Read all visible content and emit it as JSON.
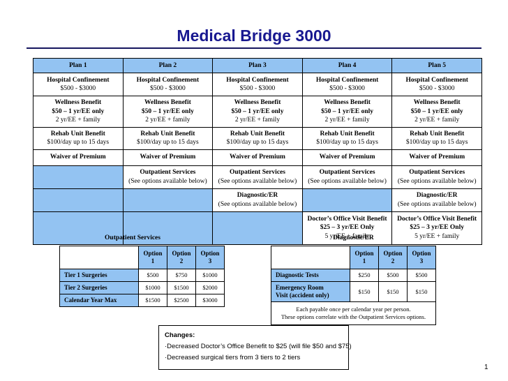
{
  "document": {
    "title": "Medical Bridge 3000",
    "page_number": "1",
    "accent_color": "#181890",
    "table_fill_color": "#93c3f2",
    "border_color": "#000000"
  },
  "plan_table": {
    "headers": [
      "Plan 1",
      "Plan 2",
      "Plan 3",
      "Plan 4",
      "Plan 5"
    ],
    "rows": [
      {
        "name": "hospital-confinement",
        "cells": [
          {
            "bold": "Hospital Confinement",
            "lines": [
              "$500 - $3000"
            ]
          },
          {
            "bold": "Hospital Confinement",
            "lines": [
              "$500 - $3000"
            ]
          },
          {
            "bold": "Hospital Confinement",
            "lines": [
              "$500 - $3000"
            ]
          },
          {
            "bold": "Hospital Confinement",
            "lines": [
              "$500 - $3000"
            ]
          },
          {
            "bold": "Hospital Confinement",
            "lines": [
              "$500 - $3000"
            ]
          }
        ]
      },
      {
        "name": "wellness-benefit",
        "cells": [
          {
            "bold": "Wellness Benefit",
            "bold2": "$50 – 1 yr/EE only",
            "lines": [
              "2 yr/EE + family"
            ]
          },
          {
            "bold": "Wellness Benefit",
            "bold2": "$50 – 1 yr/EE only",
            "lines": [
              "2 yr/EE + family"
            ]
          },
          {
            "bold": "Wellness Benefit",
            "bold2": "$50 – 1 yr/EE only",
            "lines": [
              "2 yr/EE + family"
            ]
          },
          {
            "bold": "Wellness Benefit",
            "bold2": "$50 – 1 yr/EE only",
            "lines": [
              "2 yr/EE + family"
            ]
          },
          {
            "bold": "Wellness Benefit",
            "bold2": "$50 – 1 yr/EE only",
            "lines": [
              "2 yr/EE + family"
            ]
          }
        ]
      },
      {
        "name": "rehab-unit-benefit",
        "cells": [
          {
            "bold": "Rehab Unit Benefit",
            "lines": [
              "$100/day up to 15 days"
            ]
          },
          {
            "bold": "Rehab Unit Benefit",
            "lines": [
              "$100/day up to 15 days"
            ]
          },
          {
            "bold": "Rehab Unit Benefit",
            "lines": [
              "$100/day up to 15 days"
            ]
          },
          {
            "bold": "Rehab Unit Benefit",
            "lines": [
              "$100/day up to 15 days"
            ]
          },
          {
            "bold": "Rehab Unit Benefit",
            "lines": [
              "$100/day up to 15 days"
            ]
          }
        ]
      },
      {
        "name": "waiver-of-premium",
        "cells": [
          {
            "bold": "Waiver of Premium",
            "lines": []
          },
          {
            "bold": "Waiver of Premium",
            "lines": []
          },
          {
            "bold": "Waiver of Premium",
            "lines": []
          },
          {
            "bold": "Waiver of Premium",
            "lines": []
          },
          {
            "bold": "Waiver of Premium",
            "lines": []
          }
        ]
      },
      {
        "name": "outpatient-services",
        "cells": [
          {
            "empty": true
          },
          {
            "bold": "Outpatient Services",
            "lines": [
              "(See options available below)"
            ]
          },
          {
            "bold": "Outpatient Services",
            "lines": [
              "(See options available below)"
            ]
          },
          {
            "bold": "Outpatient Services",
            "lines": [
              "(See options available below)"
            ]
          },
          {
            "bold": "Outpatient Services",
            "lines": [
              "(See options available below)"
            ]
          }
        ]
      },
      {
        "name": "diagnostic-er",
        "cells": [
          {
            "empty": true
          },
          {
            "empty": true
          },
          {
            "bold": "Diagnostic/ER",
            "lines": [
              "(See options available below)"
            ]
          },
          {
            "empty": true
          },
          {
            "bold": "Diagnostic/ER",
            "lines": [
              "(See options available below)"
            ]
          }
        ]
      },
      {
        "name": "doctors-office-visit-benefit",
        "cells": [
          {
            "empty": true
          },
          {
            "empty": true
          },
          {
            "empty": true
          },
          {
            "bold": "Doctor’s Office Visit Benefit",
            "bold2": "$25 – 3 yr/EE Only",
            "lines": [
              "5 yr/EE + family"
            ]
          },
          {
            "bold": "Doctor’s Office Visit Benefit",
            "bold2": "$25 – 3 yr/EE Only",
            "lines": [
              "5 yr/EE + family"
            ]
          }
        ]
      }
    ]
  },
  "outpatient_services": {
    "caption": "Outpatient Services",
    "column_headers": [
      "Option\n1",
      "Option 2",
      "Option\n3"
    ],
    "column_headers_flat": [
      "Option 1",
      "Option 2",
      "Option 3"
    ],
    "rows": [
      {
        "label": "Tier 1 Surgeries",
        "values": [
          "$500",
          "$750",
          "$1000"
        ]
      },
      {
        "label": "Tier 2 Surgeries",
        "values": [
          "$1000",
          "$1500",
          "$2000"
        ]
      },
      {
        "label": "Calendar Year Max",
        "values": [
          "$1500",
          "$2500",
          "$3000"
        ]
      }
    ]
  },
  "diagnostic_er": {
    "caption": "Diagnostic/ER",
    "column_headers": [
      "Option\n1",
      "Option\n2",
      "Option\n3"
    ],
    "column_headers_flat": [
      "Option 1",
      "Option 2",
      "Option 3"
    ],
    "rows": [
      {
        "label": "Diagnostic Tests",
        "values": [
          "$250",
          "$500",
          "$500"
        ]
      },
      {
        "label": "Emergency Room\nVisit (accident only)",
        "values": [
          "$150",
          "$150",
          "$150"
        ]
      }
    ],
    "note_line1": "Each payable once per calendar year per person.",
    "note_line2": "These options correlate with the Outpatient Services options."
  },
  "changes": {
    "title": "Changes:",
    "items": [
      "·Decreased Doctor’s Office Benefit to $25 (will file $50 and $75)",
      "·Decreased surgical tiers from 3 tiers to 2 tiers"
    ]
  }
}
